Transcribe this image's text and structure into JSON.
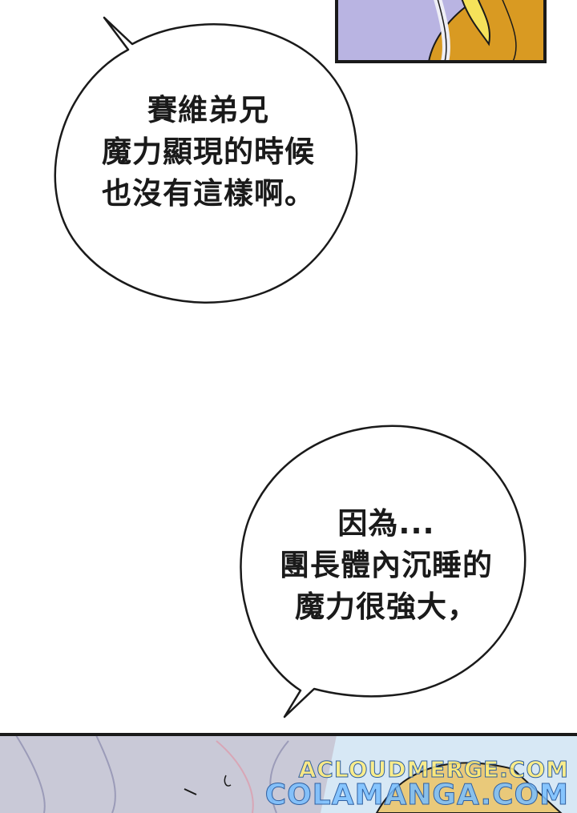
{
  "bubbles": [
    {
      "lines": [
        "賽維弟兄",
        "魔力顯現的時候",
        "也沒有這樣啊。"
      ]
    },
    {
      "lines": [
        "因為...",
        "團長體內沉睡的",
        "魔力很強大，"
      ]
    }
  ],
  "watermark": {
    "line1": "ACLOUDMERGE.COM",
    "line2": "COLAMANGA.COM"
  },
  "colors": {
    "panel_border": "#1a1a1a",
    "top_panel_bg": "#b9b4e2",
    "hair_gold": "#d99a22",
    "bottom_panel_bg": "#c9c9d7"
  }
}
